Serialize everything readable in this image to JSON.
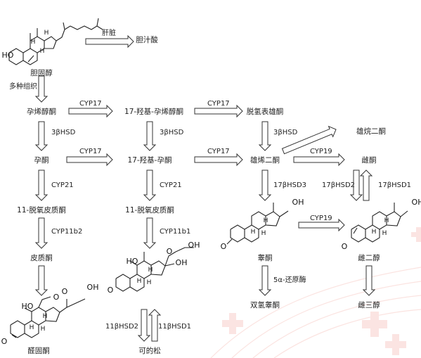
{
  "nodes": {
    "cholesterol": "胆固醇",
    "bile_acid": "胆汁酸",
    "pregnenolone": "孕烯醇酮",
    "oh_pregnenolone": "17-羟基-孕烯醇酮",
    "dhea": "脱氢表雄酮",
    "androstenediol": "雄烷二酮",
    "progesterone": "孕酮",
    "oh_progesterone": "17-羟基-孕酮",
    "androstenedione": "雄烯二酮",
    "estrone": "雌酮",
    "deoxycorticosterone": "11-脱氧皮质酮",
    "deoxycortisol": "11-脱氧皮质酮",
    "testosterone": "睾酮",
    "estradiol": "雌二醇",
    "corticosterone": "皮质酮",
    "dht": "双氢睾酮",
    "estriol": "雌三醇",
    "aldosterone": "醛固酮",
    "cortisol": "可的松"
  },
  "edges": {
    "liver": "肝脏",
    "multi_tissue": "多种组织",
    "cyp17_a": "CYP17",
    "cyp17_b": "CYP17",
    "cyp17_c": "CYP17",
    "cyp17_d": "CYP17",
    "hsd3_a": "3βHSD",
    "hsd3_b": "3βHSD",
    "hsd3_c": "3βHSD",
    "cyp19_a": "CYP19",
    "cyp19_b": "CYP19",
    "cyp21_a": "CYP21",
    "cyp21_b": "CYP21",
    "hsd17_3": "17βHSD3",
    "hsd17_2": "17βHSD2",
    "hsd17_1": "17βHSD1",
    "cyp11b2": "CYP11b2",
    "cyp11b1": "CYP11b1",
    "reductase": "5α-还原酶",
    "hsd11_2": "11βHSD2",
    "hsd11_1": "11βHSD1"
  },
  "atoms": {
    "ho": "HO",
    "h": "H",
    "o": "O",
    "oh": "OH",
    "ho_sub": "HO"
  },
  "colors": {
    "line": "#333333",
    "text": "#222222",
    "watermark": "#f6c9c6"
  }
}
